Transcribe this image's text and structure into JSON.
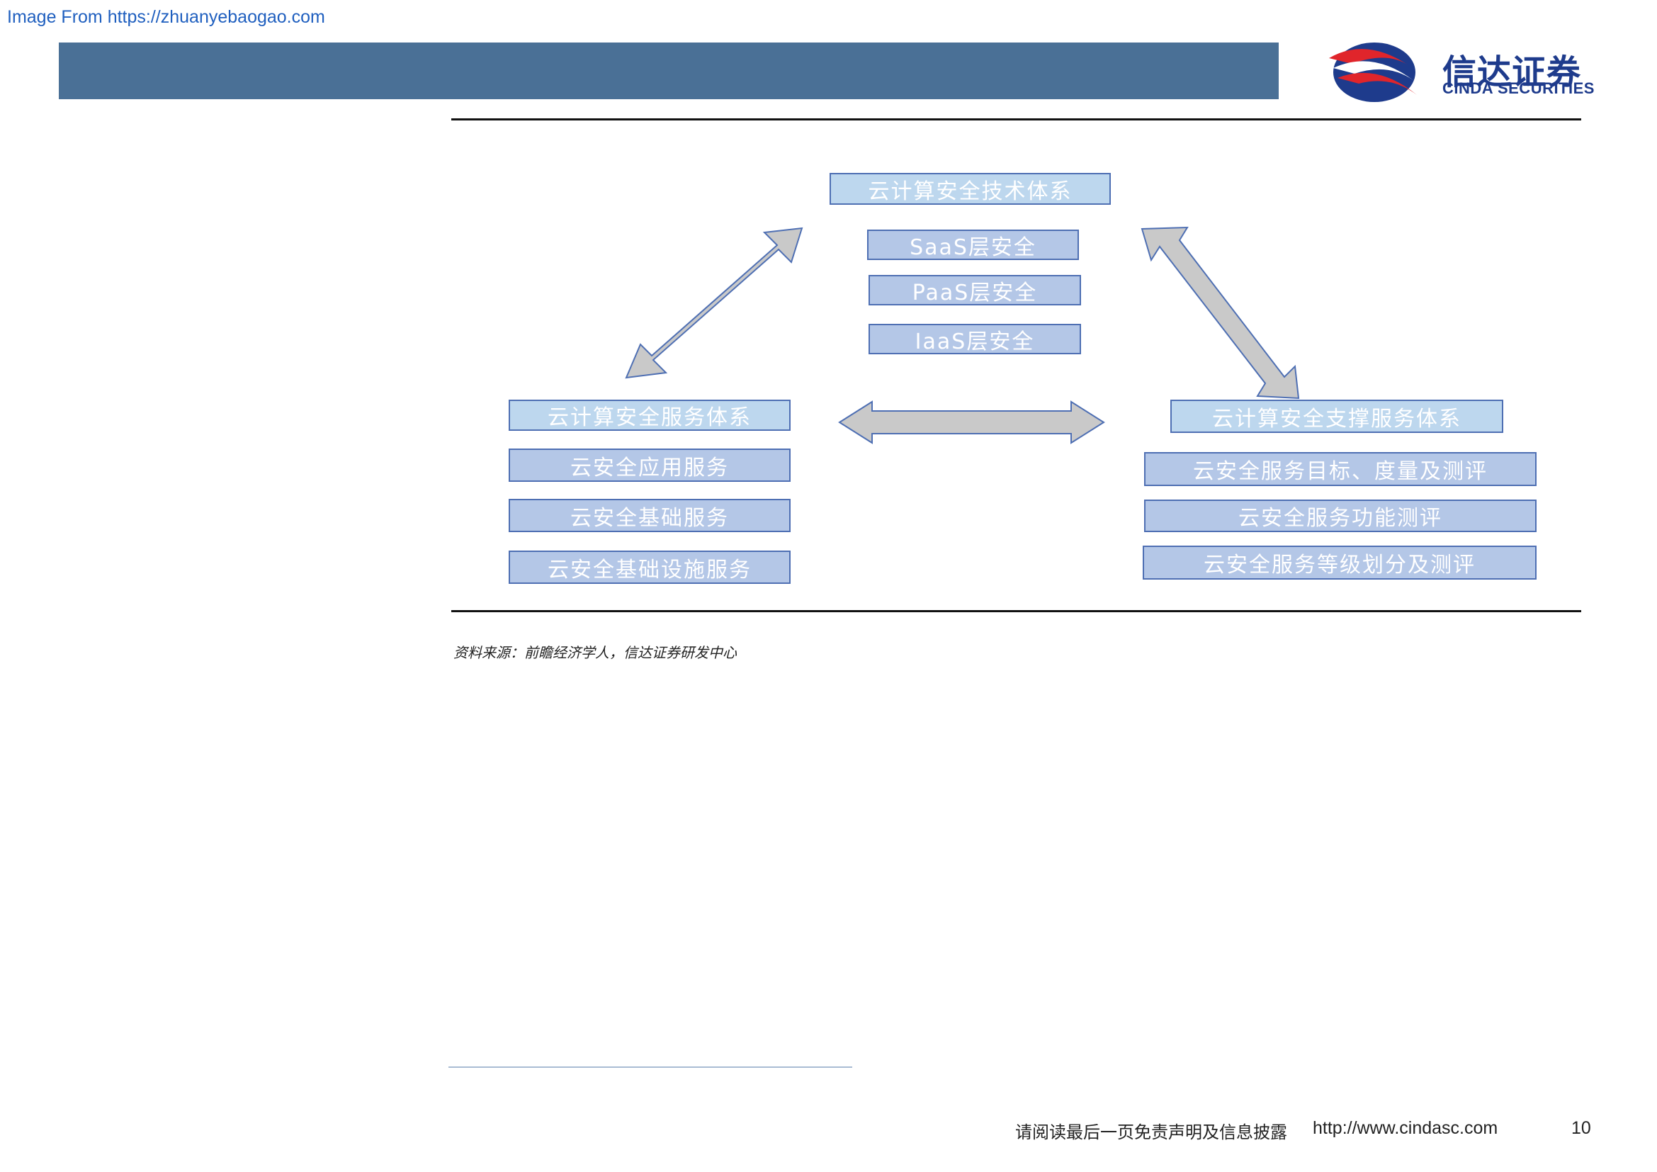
{
  "watermark": "Image From https://zhuanyebaogao.com",
  "logo": {
    "name_zh": "信达证券",
    "name_en": "CINDA SECURITIES"
  },
  "diagram": {
    "top": {
      "title": "云计算安全技术体系",
      "items": [
        "SaaS层安全",
        "PaaS层安全",
        "IaaS层安全"
      ]
    },
    "left": {
      "title": "云计算安全服务体系",
      "items": [
        "云安全应用服务",
        "云安全基础服务",
        "云安全基础设施服务"
      ]
    },
    "right": {
      "title": "云计算安全支撑服务体系",
      "items": [
        "云安全服务目标、度量及测评",
        "云安全服务功能测评",
        "云安全服务等级划分及测评"
      ]
    }
  },
  "source": "资料来源：前瞻经济学人，信达证券研发中心",
  "footer": {
    "disclaimer": "请阅读最后一页免责声明及信息披露",
    "url": "http://www.cindasc.com",
    "page": "10"
  },
  "colors": {
    "header_bar": "#4a7096",
    "box_light": "#bdd7ee",
    "box_mid": "#b4c7e7",
    "box_border": "#4e6fb3",
    "arrow_fill": "#c9c9c9",
    "arrow_stroke": "#4e6fb3"
  }
}
